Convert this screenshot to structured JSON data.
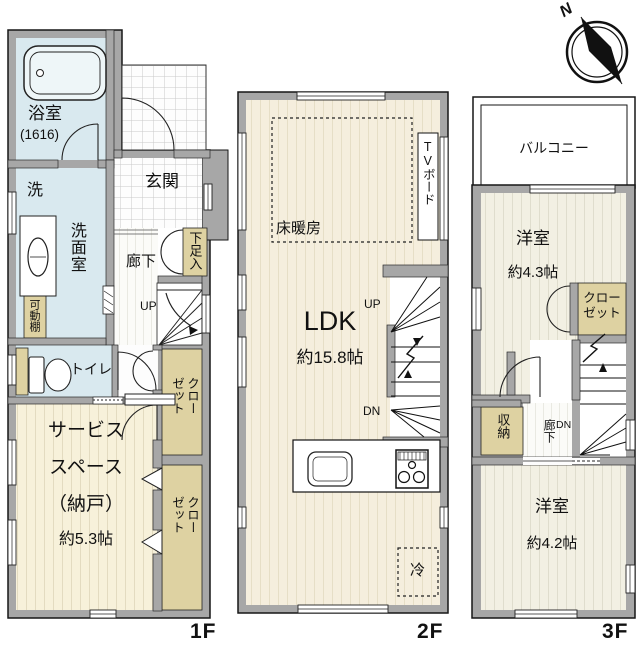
{
  "compass": {
    "north_label": "N"
  },
  "colors": {
    "wall": "#a7a7a7",
    "wet_area": "#d9e9ef",
    "room_floor": "#f7f1da",
    "closet": "#ded2a2",
    "line": "#161616"
  },
  "floor_1": {
    "label": "1F",
    "bathroom": {
      "name": "浴室",
      "size": "(1616)"
    },
    "laundry": "洗",
    "washroom": "洗面室",
    "movable_shelf": "可動棚",
    "entrance": "玄関",
    "hallway": "廊下",
    "shoe_cabinet": "下足入",
    "stairs_up": "UP",
    "toilet": "トイレ",
    "closet_upper": "クローゼット",
    "closet_lower": "クローゼット",
    "service_space": {
      "name_line1": "サービス",
      "name_line2": "スペース",
      "name_line3": "（納戸）",
      "size": "約5.3帖"
    }
  },
  "floor_2": {
    "label": "2F",
    "floor_heating": "床暖房",
    "tv_board": "TVボード",
    "ldk": {
      "name": "LDK",
      "size": "約15.8帖"
    },
    "stairs_up": "UP",
    "stairs_down": "DN",
    "refrigerator": "冷"
  },
  "floor_3": {
    "label": "3F",
    "balcony": "バルコニー",
    "bedroom_north": {
      "name": "洋室",
      "size": "約4.3帖"
    },
    "closet": "クロー\nゼット",
    "storage": "収納",
    "hallway": "廊下",
    "stairs_down": "DN",
    "bedroom_south": {
      "name": "洋室",
      "size": "約4.2帖"
    }
  }
}
